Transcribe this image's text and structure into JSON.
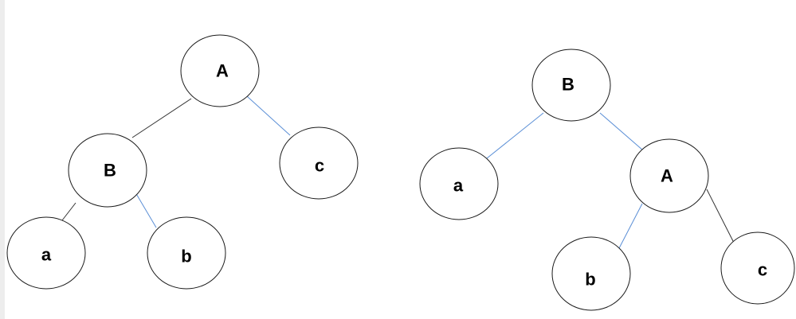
{
  "colors": {
    "edge_black": "#333333",
    "edge_blue": "#5b8fd6",
    "node_stroke": "#1a1a1a",
    "background": "#ffffff"
  },
  "trees": [
    {
      "id": "left",
      "nodes": [
        {
          "id": "A",
          "label": "A"
        },
        {
          "id": "B",
          "label": "B"
        },
        {
          "id": "c",
          "label": "c"
        },
        {
          "id": "a",
          "label": "a"
        },
        {
          "id": "b",
          "label": "b"
        }
      ],
      "edges": [
        {
          "from": "A",
          "to": "B",
          "color": "edge_black"
        },
        {
          "from": "A",
          "to": "c",
          "color": "edge_blue"
        },
        {
          "from": "B",
          "to": "a",
          "color": "edge_black"
        },
        {
          "from": "B",
          "to": "b",
          "color": "edge_blue"
        }
      ]
    },
    {
      "id": "right",
      "nodes": [
        {
          "id": "B",
          "label": "B"
        },
        {
          "id": "a",
          "label": "a"
        },
        {
          "id": "A",
          "label": "A"
        },
        {
          "id": "b",
          "label": "b"
        },
        {
          "id": "c",
          "label": "c"
        }
      ],
      "edges": [
        {
          "from": "B",
          "to": "a",
          "color": "edge_blue"
        },
        {
          "from": "B",
          "to": "A",
          "color": "edge_blue"
        },
        {
          "from": "A",
          "to": "b",
          "color": "edge_blue"
        },
        {
          "from": "A",
          "to": "c",
          "color": "edge_black"
        }
      ]
    }
  ]
}
